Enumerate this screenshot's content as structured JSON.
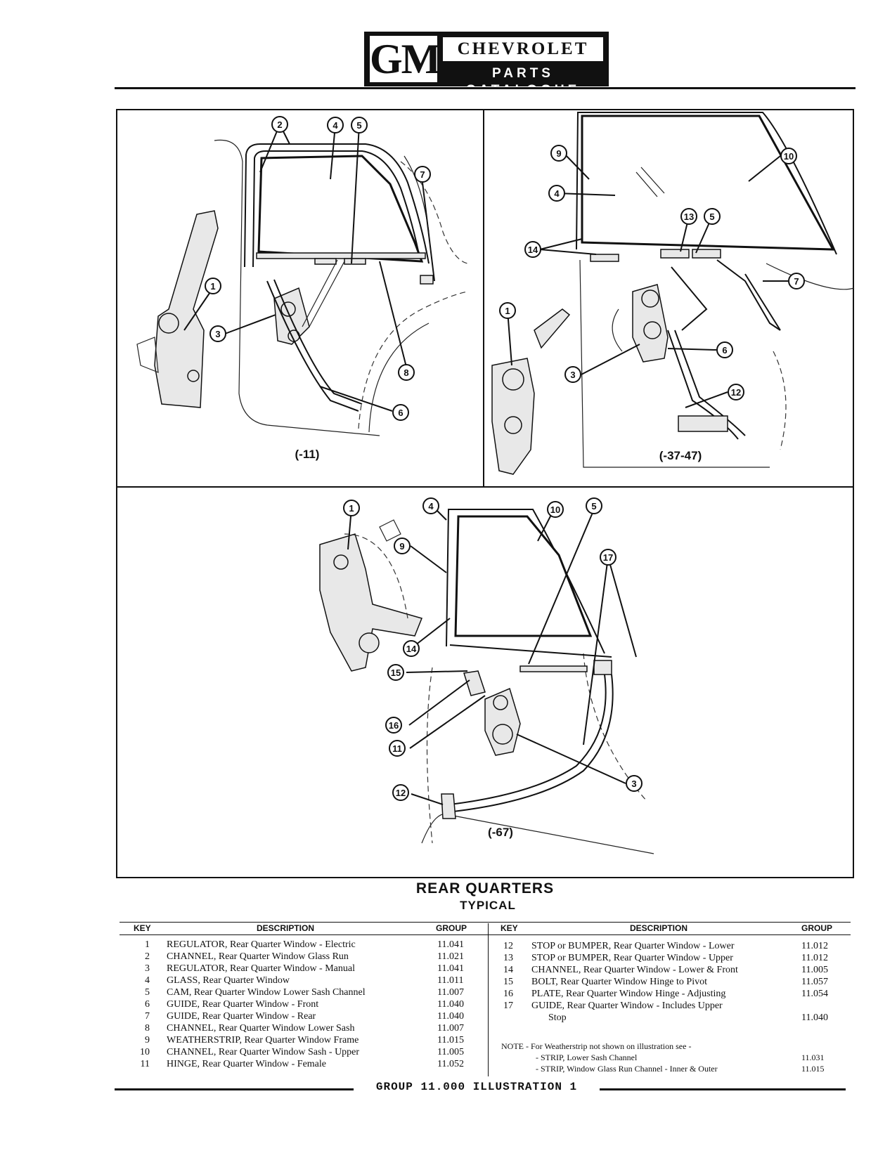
{
  "header": {
    "logo_text": "GM",
    "brand": "CHEVROLET",
    "catalogue": "PARTS CATALOGUE"
  },
  "figures": {
    "captions": [
      "(-11)",
      "(-37-47)",
      "(-67)"
    ]
  },
  "callouts": {
    "fig1": [
      "2",
      "4",
      "5",
      "7",
      "1",
      "3",
      "8",
      "6"
    ],
    "fig2": [
      "9",
      "10",
      "4",
      "13",
      "5",
      "14",
      "7",
      "1",
      "6",
      "3",
      "12"
    ],
    "fig3": [
      "1",
      "4",
      "10",
      "5",
      "9",
      "17",
      "14",
      "15",
      "16",
      "11",
      "3",
      "12"
    ]
  },
  "title": "REAR QUARTERS",
  "subtitle": "TYPICAL",
  "table": {
    "headers": {
      "key": "KEY",
      "description": "DESCRIPTION",
      "group": "GROUP"
    },
    "left": [
      {
        "key": "1",
        "description": "REGULATOR, Rear Quarter Window - Electric",
        "group": "11.041"
      },
      {
        "key": "2",
        "description": "CHANNEL, Rear Quarter Window Glass Run",
        "group": "11.021"
      },
      {
        "key": "3",
        "description": "REGULATOR, Rear Quarter Window - Manual",
        "group": "11.041"
      },
      {
        "key": "4",
        "description": "GLASS, Rear Quarter Window",
        "group": "11.011"
      },
      {
        "key": "5",
        "description": "CAM, Rear Quarter Window Lower Sash Channel",
        "group": "11.007"
      },
      {
        "key": "6",
        "description": "GUIDE, Rear Quarter Window - Front",
        "group": "11.040"
      },
      {
        "key": "7",
        "description": "GUIDE, Rear Quarter Window - Rear",
        "group": "11.040"
      },
      {
        "key": "8",
        "description": "CHANNEL, Rear Quarter Window Lower Sash",
        "group": "11.007"
      },
      {
        "key": "9",
        "description": "WEATHERSTRIP, Rear Quarter Window Frame",
        "group": "11.015"
      },
      {
        "key": "10",
        "description": "CHANNEL, Rear Quarter Window Sash - Upper",
        "group": "11.005"
      },
      {
        "key": "11",
        "description": "HINGE, Rear Quarter Window - Female",
        "group": "11.052"
      }
    ],
    "right": [
      {
        "key": "12",
        "description": "STOP or BUMPER, Rear Quarter Window - Lower",
        "group": "11.012"
      },
      {
        "key": "13",
        "description": "STOP or BUMPER, Rear Quarter Window - Upper",
        "group": "11.012"
      },
      {
        "key": "14",
        "description": "CHANNEL, Rear Quarter Window - Lower & Front",
        "group": "11.005"
      },
      {
        "key": "15",
        "description": "BOLT, Rear Quarter Window Hinge to Pivot",
        "group": "11.057"
      },
      {
        "key": "16",
        "description": "PLATE, Rear Quarter Window Hinge - Adjusting",
        "group": "11.054"
      },
      {
        "key": "17",
        "description": "GUIDE, Rear Quarter Window - Includes Upper",
        "group": ""
      },
      {
        "key": "",
        "description": "Stop",
        "group": "11.040"
      }
    ],
    "note": {
      "label": "NOTE - For Weatherstrip not shown on illustration see -",
      "items": [
        {
          "text": "- STRIP, Lower Sash Channel",
          "group": "11.031"
        },
        {
          "text": "- STRIP, Window Glass Run Channel - Inner & Outer",
          "group": "11.015"
        }
      ]
    }
  },
  "footer": "GROUP 11.000 ILLUSTRATION 1"
}
